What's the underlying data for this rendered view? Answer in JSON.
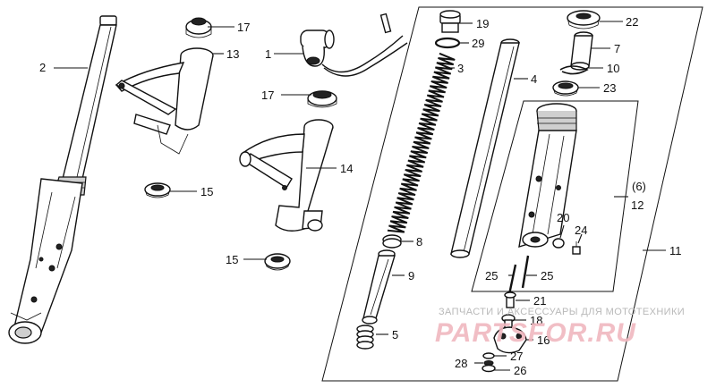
{
  "callouts": [
    {
      "id": "c2",
      "text": "2"
    },
    {
      "id": "c17a",
      "text": "17"
    },
    {
      "id": "c13",
      "text": "13"
    },
    {
      "id": "c1",
      "text": "1"
    },
    {
      "id": "c17b",
      "text": "17"
    },
    {
      "id": "c14",
      "text": "14"
    },
    {
      "id": "c15a",
      "text": "15"
    },
    {
      "id": "c15b",
      "text": "15"
    },
    {
      "id": "c19",
      "text": "19"
    },
    {
      "id": "c29",
      "text": "29"
    },
    {
      "id": "c3",
      "text": "3"
    },
    {
      "id": "c4",
      "text": "4"
    },
    {
      "id": "c8",
      "text": "8"
    },
    {
      "id": "c9",
      "text": "9"
    },
    {
      "id": "c5",
      "text": "5"
    },
    {
      "id": "c22",
      "text": "22"
    },
    {
      "id": "c7",
      "text": "7"
    },
    {
      "id": "c10",
      "text": "10"
    },
    {
      "id": "c23",
      "text": "23"
    },
    {
      "id": "c6",
      "text": "(6)"
    },
    {
      "id": "c12",
      "text": "12"
    },
    {
      "id": "c11",
      "text": "11"
    },
    {
      "id": "c20",
      "text": "20"
    },
    {
      "id": "c24",
      "text": "24"
    },
    {
      "id": "c25a",
      "text": "25"
    },
    {
      "id": "c25b",
      "text": "25"
    },
    {
      "id": "c21",
      "text": "21"
    },
    {
      "id": "c18",
      "text": "18"
    },
    {
      "id": "c16",
      "text": "16"
    },
    {
      "id": "c27",
      "text": "27"
    },
    {
      "id": "c28",
      "text": "28"
    },
    {
      "id": "c26",
      "text": "26"
    }
  ],
  "watermark": {
    "tagline": "ЗАПЧАСТИ И АКСЕССУАРЫ ДЛЯ МОТОТЕХНИКИ",
    "logo": "PARTSFOR.RU",
    "color": "#e8828f"
  }
}
